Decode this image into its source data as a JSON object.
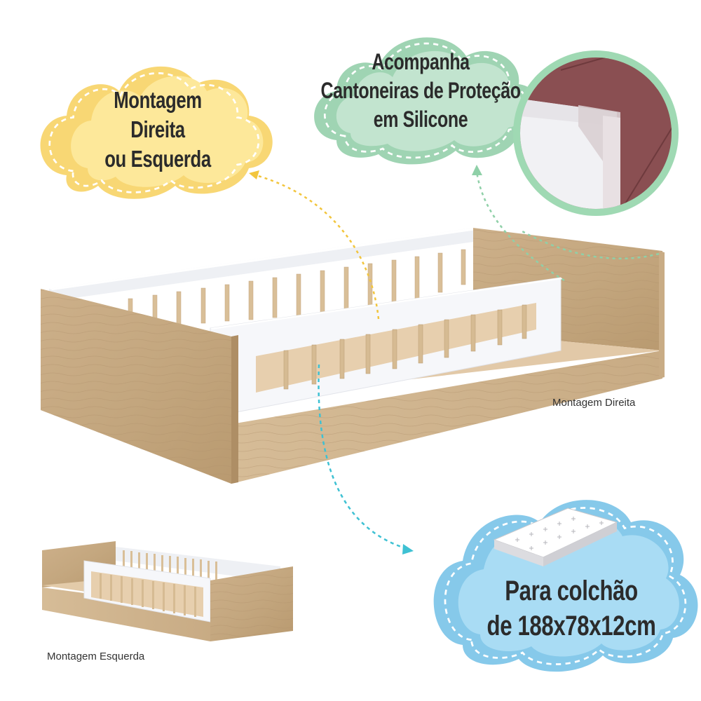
{
  "colors": {
    "yellow_cloud": "#fde89a",
    "yellow_cloud_dark": "#f8d774",
    "green_cloud": "#c2e4cf",
    "green_cloud_dark": "#9fd4b3",
    "blue_cloud": "#a9dcf4",
    "blue_cloud_dark": "#86c9ea",
    "wood": "#c9ad86",
    "wood_dark": "#b8976d",
    "white_panel": "#f4f5f8",
    "text": "#2b2b2b",
    "detail_bg": "#8a4f52",
    "yellow_arrow": "#f2c53d",
    "green_arrow": "#8fd0a8",
    "blue_arrow": "#3ec1d3"
  },
  "callouts": {
    "mounting": {
      "icon": "yellow-cloud",
      "lines": [
        "Montagem",
        "Direita",
        "ou Esquerda"
      ]
    },
    "protection": {
      "icon": "green-cloud",
      "lines": [
        "Acompanha",
        "Cantoneiras de Proteção",
        "em Silicone"
      ],
      "detail_image": "silicone-corner-protector-closeup"
    },
    "mattress": {
      "icon": "blue-cloud",
      "mattress_icon": "mattress-icon",
      "lines": [
        "Para colchão",
        "de 188x78x12cm"
      ]
    }
  },
  "product_views": {
    "main": {
      "caption": "Montagem Direita",
      "image": "bed-right-mounting"
    },
    "secondary": {
      "caption": "Montagem Esquerda",
      "image": "bed-left-mounting"
    }
  }
}
